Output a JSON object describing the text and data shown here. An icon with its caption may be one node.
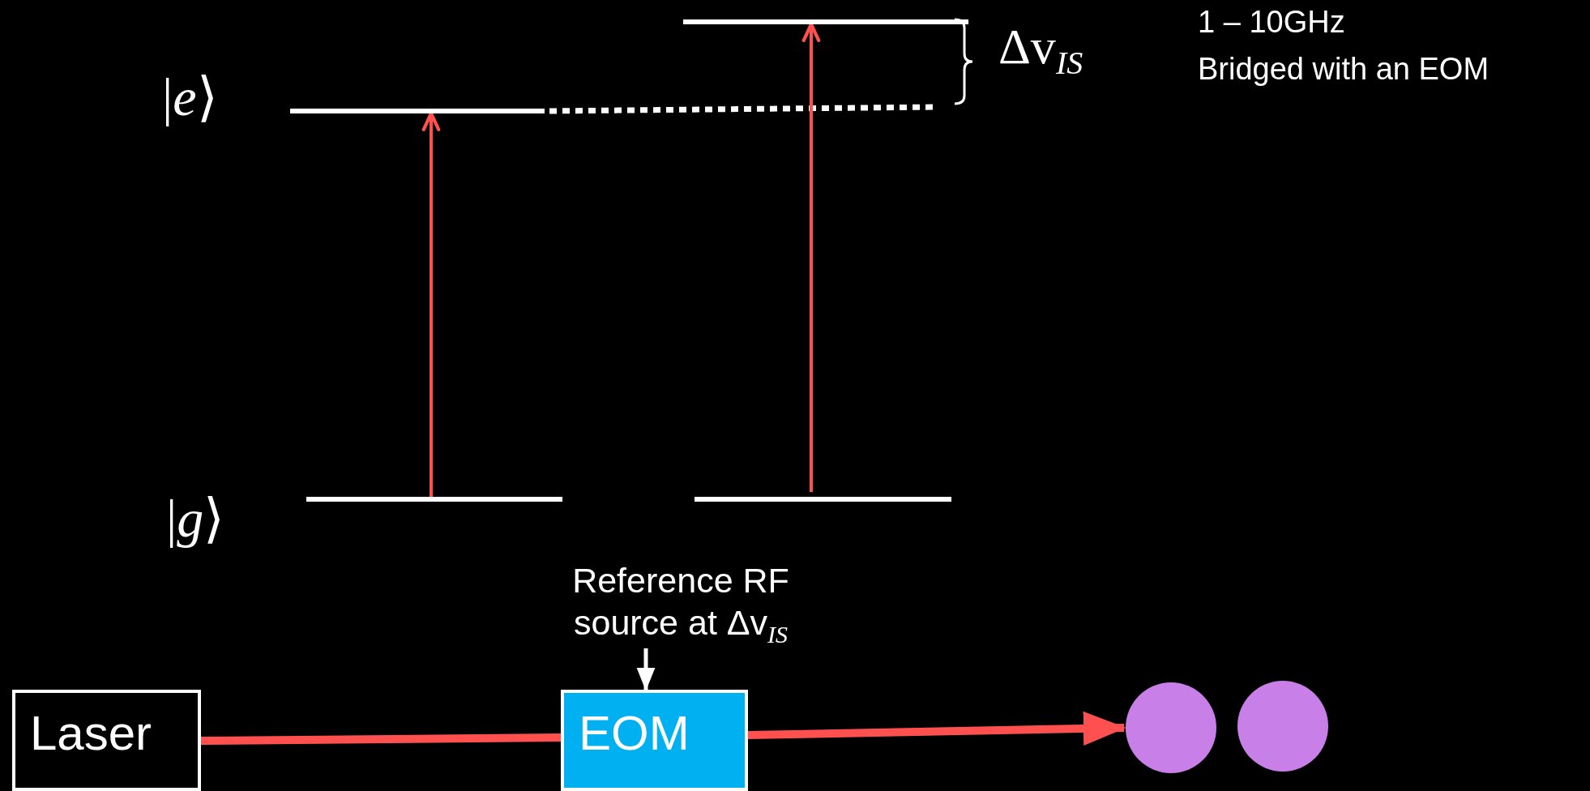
{
  "diagram": {
    "nodes": [
      {
        "text": [],
        "shape": "bar",
        "beside": [
          "|*e*⟩"
        ]
      },
      {
        "text": [],
        "shape": "bar"
      },
      {
        "text": [],
        "shape": "bar",
        "beside": [
          "|*g*⟩"
        ]
      },
      {
        "text": [],
        "shape": "bar"
      },
      {
        "text": [
          "Reference RF source at Δv$_{IS}$"
        ]
      },
      {
        "text": [
          "Laser"
        ]
      },
      {
        "text": [
          "EOM"
        ]
      },
      {
        "text": [],
        "shape": "circle"
      },
      {
        "text": [],
        "shape": "circle"
      }
    ],
    "edges": [
      {
        "from": 2,
        "to": 0,
        "arrow": "to"
      },
      {
        "from": 3,
        "to": 1,
        "arrow": "to"
      },
      {
        "from": 4,
        "to": 6,
        "arrow": "to",
        "color": "#ffffff"
      },
      {
        "from": 5,
        "to": 6,
        "arrow": "none",
        "style": "thick"
      },
      {
        "from": 6,
        "to": 7,
        "arrow": "to",
        "style": "thick"
      }
    ],
    "labels": [
      "Δv$_{IS}$",
      "1 – 10GHz",
      "Bridged with an EOM"
    ]
  }
}
